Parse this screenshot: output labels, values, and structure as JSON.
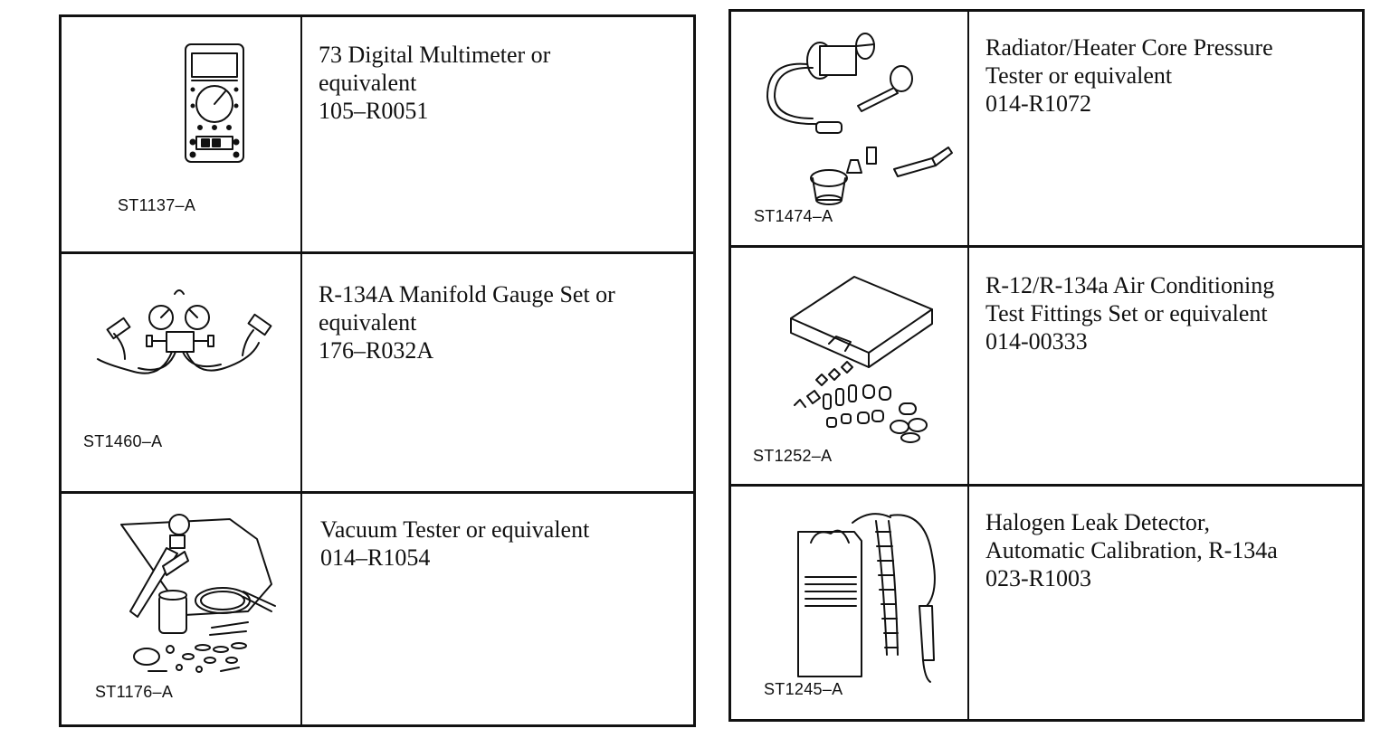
{
  "left_table": {
    "rows": [
      {
        "code": "ST1137–A",
        "icon": "digital-multimeter-icon",
        "lines": [
          "73 Digital Multimeter or",
          "equivalent",
          "105–R0051"
        ]
      },
      {
        "code": "ST1460–A",
        "icon": "manifold-gauge-set-icon",
        "lines": [
          "R-134A Manifold Gauge Set or",
          "equivalent",
          "176–R032A"
        ]
      },
      {
        "code": "ST1176–A",
        "icon": "vacuum-tester-icon",
        "lines": [
          "Vacuum Tester or equivalent",
          "014–R1054"
        ]
      }
    ]
  },
  "right_table": {
    "rows": [
      {
        "code": "ST1474–A",
        "icon": "pressure-tester-icon",
        "lines": [
          "Radiator/Heater Core Pressure",
          "Tester or equivalent",
          "014-R1072"
        ]
      },
      {
        "code": "ST1252–A",
        "icon": "test-fittings-set-icon",
        "lines": [
          "R-12/R-134a Air Conditioning",
          "Test Fittings Set or equivalent",
          "014-00333"
        ]
      },
      {
        "code": "ST1245–A",
        "icon": "halogen-leak-detector-icon",
        "lines": [
          "Halogen Leak Detector,",
          "Automatic Calibration, R-134a",
          "023-R1003"
        ]
      }
    ]
  }
}
